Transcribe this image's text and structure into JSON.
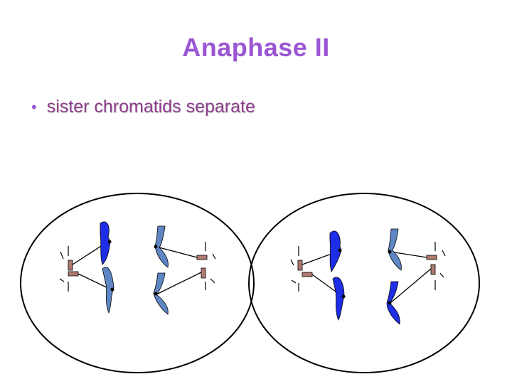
{
  "slide": {
    "title": "Anaphase II",
    "bullets": [
      {
        "bullet": "•",
        "text": "sister chromatids separate"
      }
    ]
  },
  "colors": {
    "title": "#9b57d3",
    "bullet_text": "#8b3d8b",
    "chromatid_dark": "#1e2ee6",
    "chromatid_light": "#5f86c4",
    "centriole": "#b07a6e",
    "outline": "#000000"
  },
  "diagram": {
    "cells": 2,
    "elements": [
      "cell-outline",
      "chromatid",
      "spindle-fiber",
      "centriole",
      "aster-ray"
    ]
  }
}
